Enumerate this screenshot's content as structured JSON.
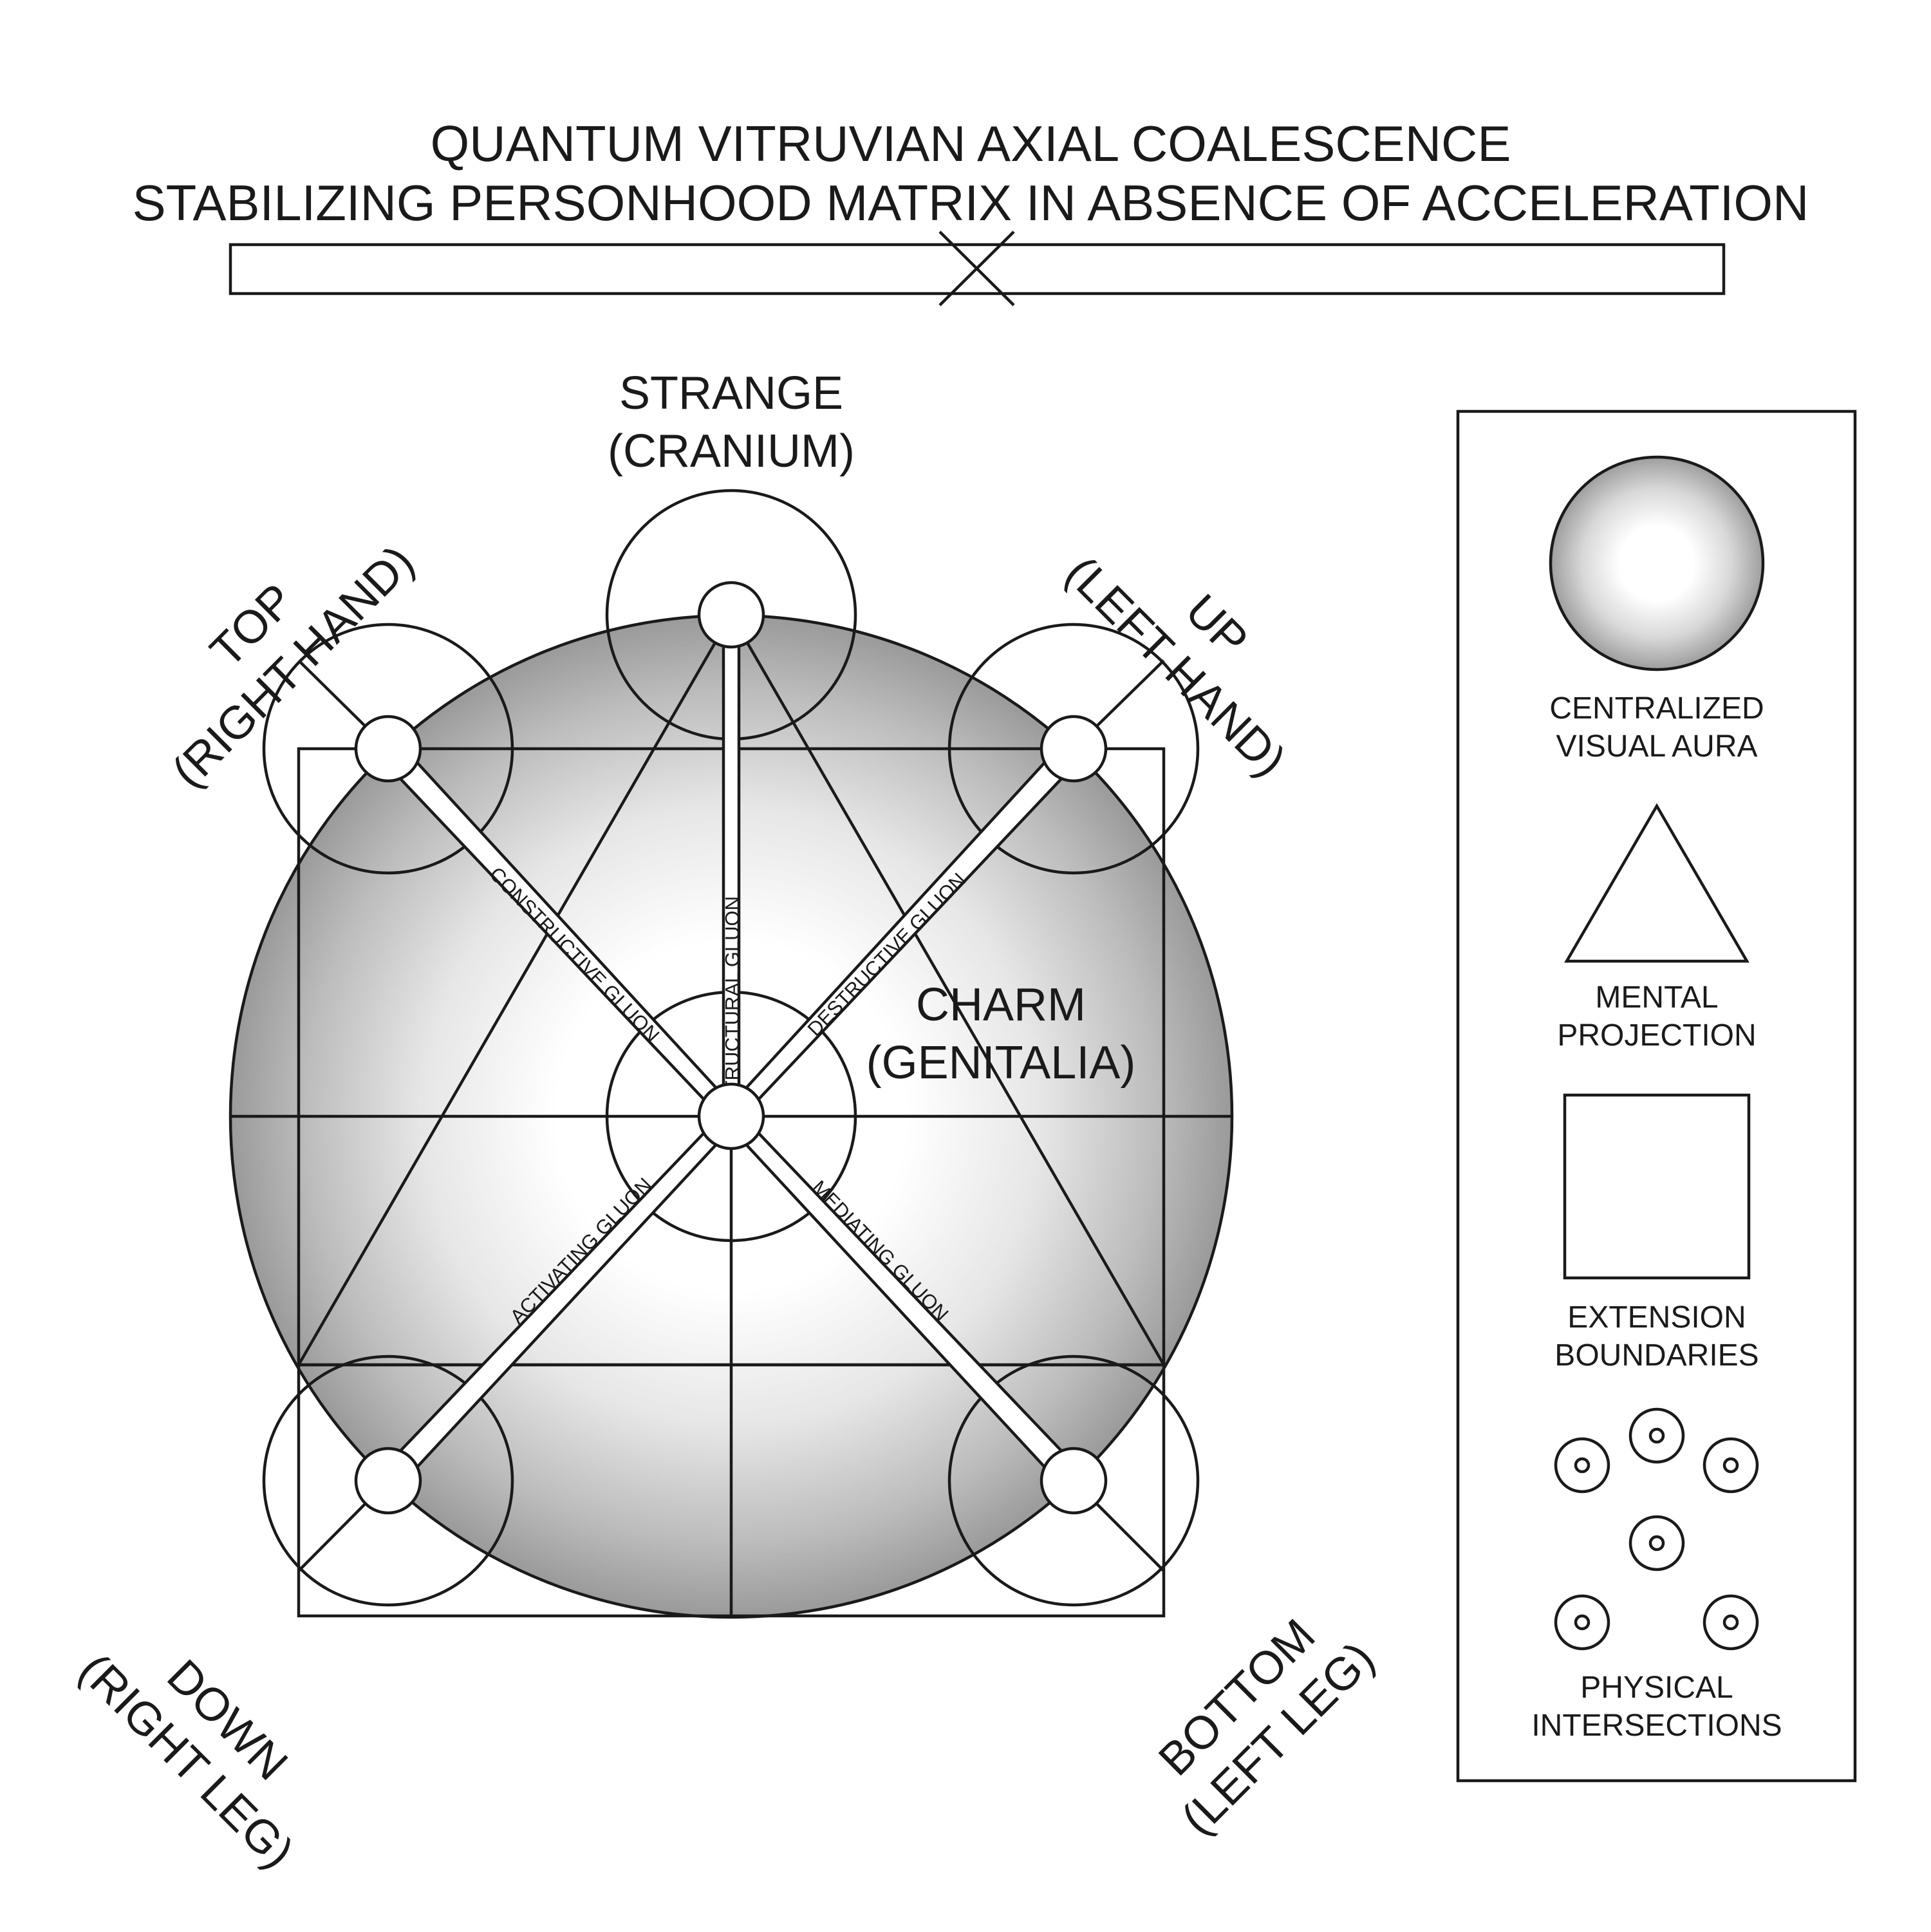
{
  "title": {
    "line1": "QUANTUM VITRUVIAN AXIAL COALESCENCE",
    "line2": "STABILIZING PERSONHOOD MATRIX IN ABSENCE OF ACCELERATION"
  },
  "nodes": {
    "strange": {
      "line1": "STRANGE",
      "line2": "(CRANIUM)"
    },
    "top": {
      "line1": "TOP",
      "line2": "(RIGHT HAND)"
    },
    "up": {
      "line1": "UP",
      "line2": "(LEFT HAND)"
    },
    "charm": {
      "line1": "CHARM",
      "line2": "(GENITALIA)"
    },
    "down": {
      "line1": "DOWN",
      "line2": "(RIGHT LEG)"
    },
    "bottom": {
      "line1": "BOTTOM",
      "line2": "(LEFT LEG)"
    }
  },
  "gluons": {
    "structural": "STRUCTURAL GLUON",
    "constructive": "CONSTRUCTIVE GLUON",
    "destructive": "DESTRUCTIVE GLUON",
    "activating": "ACTIVATING GLUON",
    "mediating": "MEDIATING GLUON"
  },
  "legend": {
    "aura": {
      "line1": "CENTRALIZED",
      "line2": "VISUAL AURA",
      "icon": "shaded-sphere-icon"
    },
    "mental": {
      "line1": "MENTAL",
      "line2": "PROJECTION",
      "icon": "triangle-icon"
    },
    "extension": {
      "line1": "EXTENSION",
      "line2": "BOUNDARIES",
      "icon": "square-icon"
    },
    "physical": {
      "line1": "PHYSICAL",
      "line2": "INTERSECTIONS",
      "icon": "concentric-dots-icon"
    }
  },
  "colors": {
    "ink": "#1a1a1a",
    "aura_dark": "#9a9a9a",
    "aura_light": "#ffffff"
  }
}
